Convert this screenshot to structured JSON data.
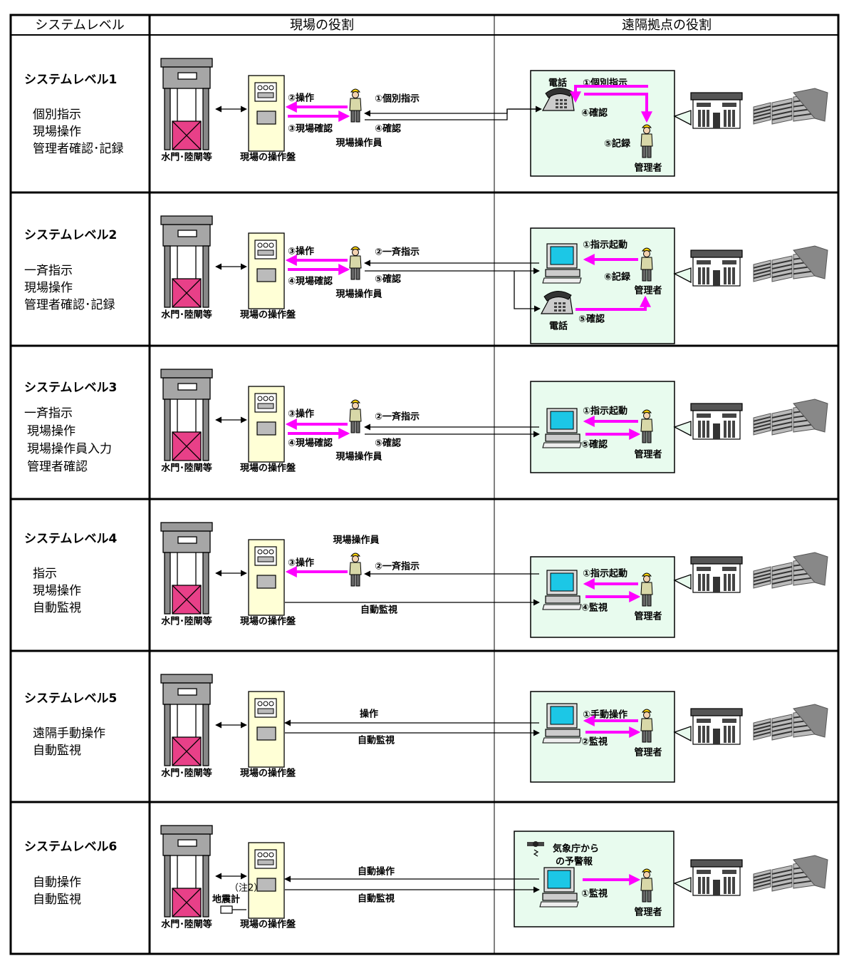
{
  "headers": {
    "level": "システムレベル",
    "site": "現場の役割",
    "remote": "遠隔拠点の役割"
  },
  "common": {
    "gate": "水門･陸閘等",
    "panel": "現場の操作盤",
    "operator": "現場操作員",
    "manager": "管理者"
  },
  "rows": [
    {
      "title": "システムレベル1",
      "desc": [
        "個別指示",
        "現場操作",
        "管理者確認･記録"
      ],
      "left_top": "②操作",
      "left_bottom": "③現場確認",
      "right_top": "①個別指示",
      "right_bottom": "④確認",
      "phone": "電話",
      "remote_labels": [
        "①個別指示",
        "④確認",
        "⑤記録"
      ]
    },
    {
      "title": "システムレベル2",
      "desc": [
        "一斉指示",
        "現場操作",
        "管理者確認･記録"
      ],
      "left_top": "③操作",
      "left_bottom": "④現場確認",
      "right_top": "②一斉指示",
      "right_bottom": "⑤確認",
      "phone": "電話",
      "remote_labels": [
        "①指示起動",
        "⑥記録",
        "⑤確認"
      ]
    },
    {
      "title": "システムレベル3",
      "desc": [
        "一斉指示",
        "現場操作",
        "現場操作員入力",
        "管理者確認"
      ],
      "left_top": "③操作",
      "left_bottom": "④現場確認",
      "right_top": "②一斉指示",
      "right_bottom": "⑤確認",
      "remote_labels": [
        "①指示起動",
        "⑤確認"
      ]
    },
    {
      "title": "システムレベル4",
      "desc": [
        "指示",
        "現場操作",
        "自動監視"
      ],
      "left_top": "③操作",
      "right_top": "②一斉指示",
      "link_bottom": "自動監視",
      "remote_labels": [
        "①指示起動",
        "④監視"
      ]
    },
    {
      "title": "システムレベル5",
      "desc": [
        "遠隔手動操作",
        "自動監視"
      ],
      "link_top": "操作",
      "link_bottom": "自動監視",
      "remote_labels": [
        "①手動操作",
        "②監視"
      ]
    },
    {
      "title": "システムレベル6",
      "desc": [
        "自動操作",
        "自動監視"
      ],
      "link_top": "自動操作",
      "link_bottom": "自動監視",
      "seismo": [
        "（注2）",
        "地震計"
      ],
      "jma": [
        "気象庁から",
        "の予警報"
      ],
      "remote_labels": [
        "①監視"
      ]
    }
  ],
  "colors": {
    "arrow": "#ff00ff",
    "box": "#e8fbee",
    "screen": "#1cc7e6",
    "panel": "#ffffd6",
    "gate_fill": "#e84088"
  }
}
